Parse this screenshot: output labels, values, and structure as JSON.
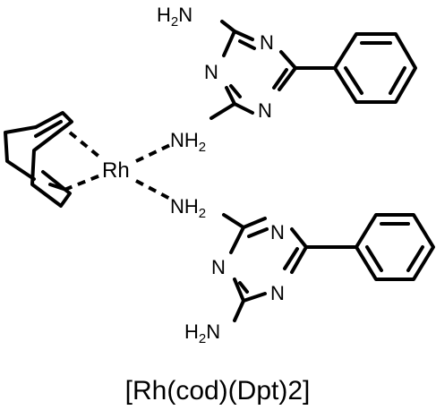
{
  "molecule": {
    "caption": "[Rh(cod)(Dpt)2]",
    "metal": "Rh",
    "ligand_top": {
      "amine_main": "H",
      "amine_sub": "2",
      "amine_tail": "N",
      "ring_n1": "N",
      "ring_n2": "N",
      "ring_n3": "N"
    },
    "ligand_bottom": {
      "amine_main": "H",
      "amine_sub": "2",
      "amine_tail": "N",
      "ring_n1": "N",
      "ring_n2": "N",
      "ring_n3": "N"
    },
    "coord_top": {
      "main": "NH",
      "sub": "2"
    },
    "coord_bottom": {
      "main": "NH",
      "sub": "2"
    }
  }
}
